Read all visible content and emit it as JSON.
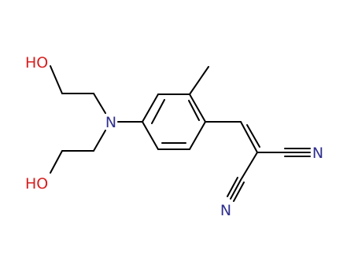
{
  "molecule": {
    "atoms": {
      "ho_top": {
        "label": "HO",
        "color": "#d61f1f"
      },
      "ho_bottom": {
        "label": "HO",
        "color": "#d61f1f"
      },
      "amine_n": {
        "label": "N",
        "color": "#2f2f8f"
      },
      "nitrile_n_right": {
        "label": "N",
        "color": "#2f2f8f"
      },
      "nitrile_n_bottom": {
        "label": "N",
        "color": "#2f2f8f"
      }
    },
    "bond_color": "#000000"
  }
}
